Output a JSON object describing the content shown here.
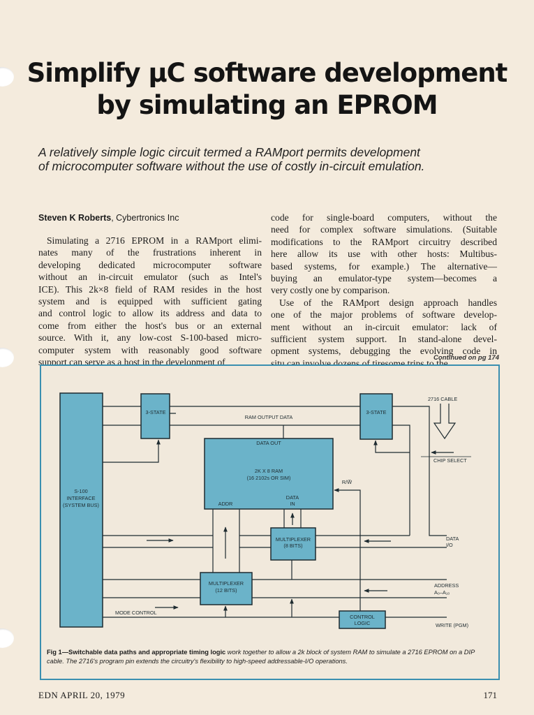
{
  "article": {
    "title_line1": "Simplify μC software development",
    "title_line2": "by simulating an EPROM",
    "subtitle": "A relatively simple logic circuit termed a RAMport permits development of microcomputer software without the use of costly in-circuit emulation.",
    "author": "Steven K Roberts",
    "affiliation": ", Cybertronics Inc",
    "left_column": [
      "Simulating a 2716 EPROM in a RAMport elimi-",
      "nates many of the frustrations inherent in",
      "developing dedicated microcomputer software",
      "without an in-circuit emulator (such as Intel's",
      "ICE). This 2k×8 field of RAM resides in the host",
      "system and is equipped with sufficient gating",
      "and control logic to allow its address and data to",
      "come from either the host's bus or an external",
      "source. With it, any low-cost S-100-based micro-",
      "computer system with reasonably good software",
      "support can serve as a host in the development of"
    ],
    "right_column": [
      "code for single-board computers, without the",
      "need for complex software simulations. (Suitable",
      "modifications to the RAMport circuitry described",
      "here allow its use with other hosts: Multibus-",
      "based systems, for example.) The alternative—",
      "buying an emulator-type system—becomes a",
      "very costly one by comparison.",
      "Use of the RAMport design approach handles",
      "one of the major problems of software develop-",
      "ment without an in-circuit emulator: lack of",
      "sufficient system support. In stand-alone devel-",
      "opment systems, debugging the evolving code in",
      "situ can involve dozens of tiresome trips to the"
    ],
    "continued": "Continued on pg 174"
  },
  "figure": {
    "labels": {
      "s100_1": "S-100",
      "s100_2": "INTERFACE",
      "s100_3": "(SYSTEM BUS)",
      "tristate_left": "3-STATE",
      "tristate_right": "3-STATE",
      "ram_output_data": "RAM OUTPUT DATA",
      "data_out": "DATA OUT",
      "ram_1": "2K X 8 RAM",
      "ram_2": "(16 2102s OR SIM)",
      "addr": "ADDR",
      "data_in_1": "DATA",
      "data_in_2": "IN",
      "rw": "R/W̅",
      "mux8_1": "MULTIPLEXER",
      "mux8_2": "(8 BITS)",
      "mux12_1": "MULTIPLEXER",
      "mux12_2": "(12 BITS)",
      "control_1": "CONTROL",
      "control_2": "LOGIC",
      "mode_control": "MODE CONTROL",
      "cable": "2716 CABLE",
      "chip_select": "CHIP SELECT",
      "data_io_1": "DATA",
      "data_io_2": "I/O",
      "address_1": "ADDRESS",
      "address_2": "A₀–A₁₀",
      "write": "WRITE (PGM)"
    },
    "caption_bold": "Fig 1—Switchable data paths and appropriate timing logic",
    "caption_rest": " work together to allow a 2k block of system RAM to simulate a 2716 EPROM on a DIP cable. The 2716's program pin extends the circuitry's flexibility to high-speed addressable-I/O operations.",
    "colors": {
      "block_fill": "#6bb3c9",
      "frame": "#3a8fb0"
    }
  },
  "footer": {
    "publication": "EDN APRIL 20, 1979",
    "page_number": "171"
  }
}
